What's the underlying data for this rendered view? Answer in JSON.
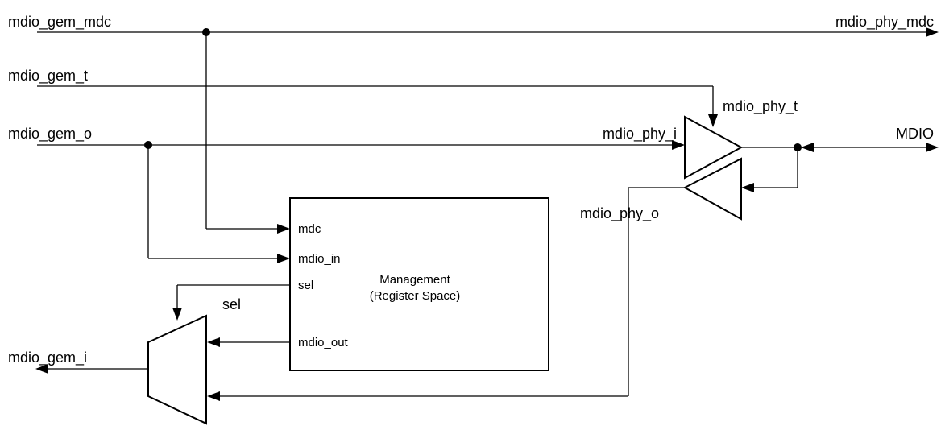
{
  "signals": {
    "mdio_gem_mdc": "mdio_gem_mdc",
    "mdio_phy_mdc": "mdio_phy_mdc",
    "mdio_gem_t": "mdio_gem_t",
    "mdio_phy_t": "mdio_phy_t",
    "mdio_gem_o": "mdio_gem_o",
    "mdio_phy_i": "mdio_phy_i",
    "mdio": "MDIO",
    "mdio_phy_o": "mdio_phy_o",
    "mdio_gem_i": "mdio_gem_i",
    "sel": "sel"
  },
  "management_block": {
    "title_line1": "Management",
    "title_line2": "(Register Space)",
    "ports": {
      "mdc": "mdc",
      "mdio_in": "mdio_in",
      "sel": "sel",
      "mdio_out": "mdio_out"
    }
  }
}
